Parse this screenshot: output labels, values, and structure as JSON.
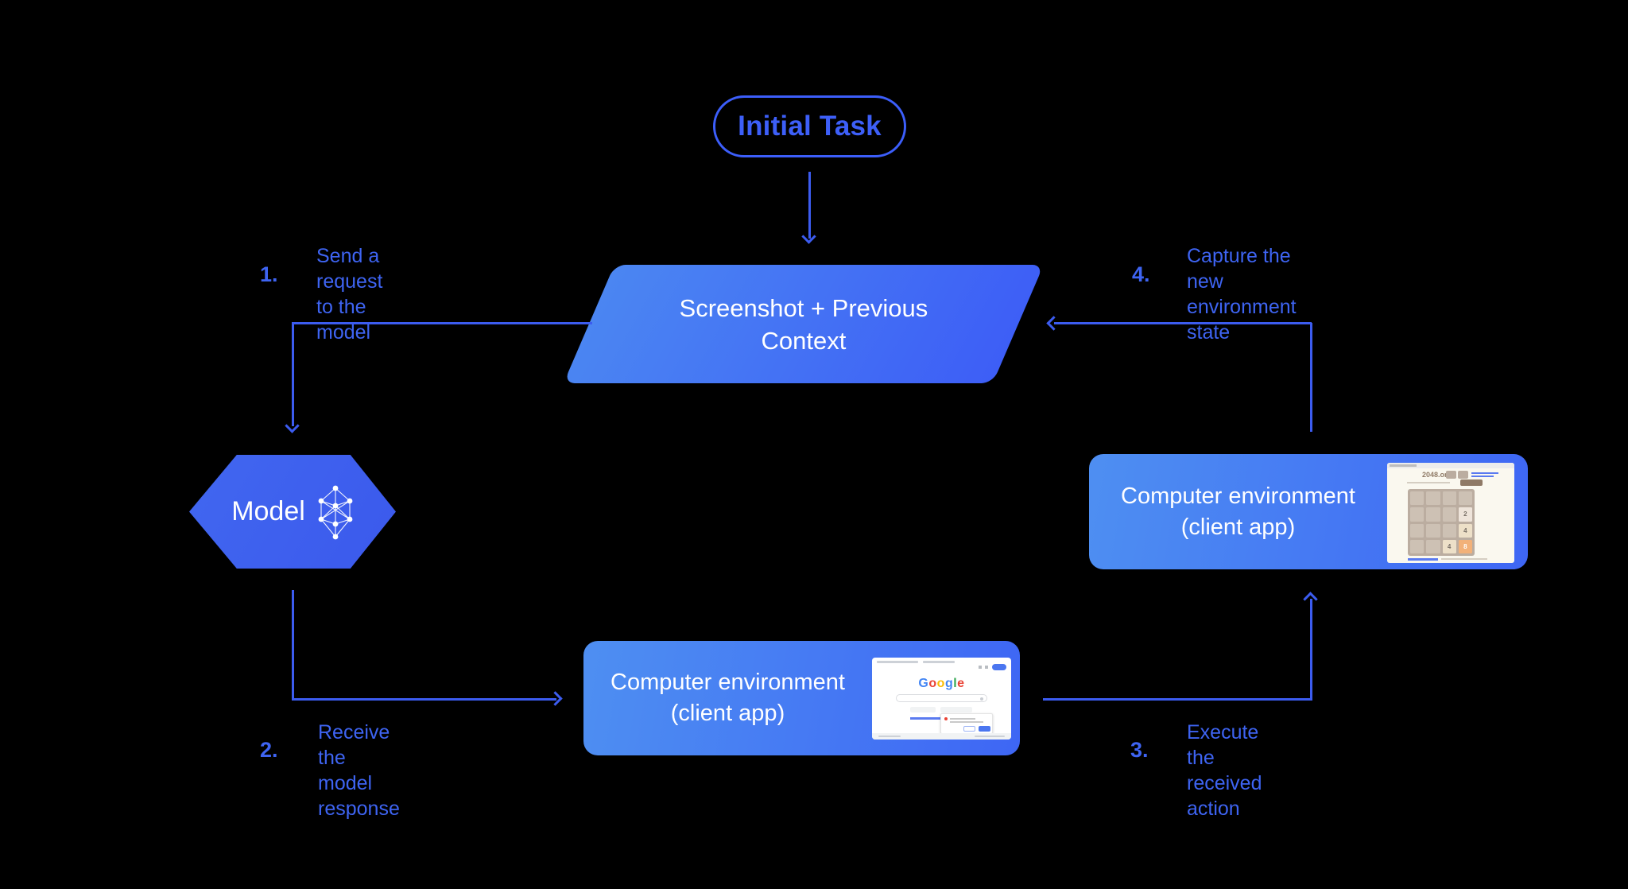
{
  "diagram": {
    "initial_task": "Initial Task",
    "screenshot_node": {
      "line1": "Screenshot + Previous",
      "line2": "Context"
    },
    "model_node": "Model",
    "env_bottom": {
      "line1": "Computer environment",
      "line2": "(client app)"
    },
    "env_right": {
      "line1": "Computer environment",
      "line2": "(client app)"
    }
  },
  "steps": [
    {
      "num": "1.",
      "line1": "Send a request",
      "line2": "to the model"
    },
    {
      "num": "2.",
      "line1": "Receive the",
      "line2": "model response"
    },
    {
      "num": "3.",
      "line1": "Execute the",
      "line2": "received action"
    },
    {
      "num": "4.",
      "line1": "Capture the new",
      "line2": "environment state"
    }
  ],
  "google_thumb": {
    "logo_letters": [
      "G",
      "o",
      "o",
      "g",
      "l",
      "e"
    ]
  },
  "game_thumb": {
    "site": "2048.org",
    "tiles": [
      "2",
      "4",
      "4",
      "8"
    ]
  },
  "colors": {
    "background": "#000000",
    "accent_line": "#3C5CF0",
    "label_text": "#3E64F2",
    "node_text": "#FFFFFF",
    "parallelogram_gradient": [
      "#4B86F2",
      "#3D5EF6"
    ],
    "box_gradient": [
      "#4E8FF2",
      "#3E66F4"
    ],
    "hexagon_fill": "#3B59EC",
    "google_letter_colors": [
      "#4285F4",
      "#EA4335",
      "#FBBC05",
      "#4285F4",
      "#34A853",
      "#EA4335"
    ],
    "tile_grid": "#BBADA0",
    "tile_empty": "#CDC1B4",
    "tile_2": "#EEE4DA",
    "tile_4": "#EDE0C8",
    "tile_8": "#F2B179"
  }
}
